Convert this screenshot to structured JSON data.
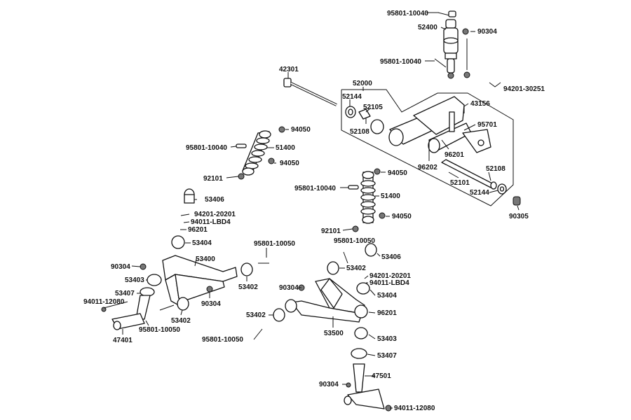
{
  "labels": [
    {
      "id": "p1",
      "text": "95801-10040"
    },
    {
      "id": "p2",
      "text": "52400"
    },
    {
      "id": "p3",
      "text": "90304"
    },
    {
      "id": "p4",
      "text": "95801-10040"
    },
    {
      "id": "p5",
      "text": "94201-30251"
    },
    {
      "id": "p6",
      "text": "42301"
    },
    {
      "id": "p7",
      "text": "52000"
    },
    {
      "id": "p8",
      "text": "52144"
    },
    {
      "id": "p9",
      "text": "52105"
    },
    {
      "id": "p10",
      "text": "52108"
    },
    {
      "id": "p11",
      "text": "43156"
    },
    {
      "id": "p12",
      "text": "95701"
    },
    {
      "id": "p13",
      "text": "96201"
    },
    {
      "id": "p14",
      "text": "96202"
    },
    {
      "id": "p15",
      "text": "52108"
    },
    {
      "id": "p16",
      "text": "52101"
    },
    {
      "id": "p17",
      "text": "52144"
    },
    {
      "id": "p18",
      "text": "90305"
    },
    {
      "id": "p19",
      "text": "94050"
    },
    {
      "id": "p20",
      "text": "95801-10040"
    },
    {
      "id": "p21",
      "text": "51400"
    },
    {
      "id": "p22",
      "text": "94050"
    },
    {
      "id": "p23",
      "text": "92101"
    },
    {
      "id": "p24",
      "text": "94050"
    },
    {
      "id": "p25",
      "text": "95801-10040"
    },
    {
      "id": "p26",
      "text": "51400"
    },
    {
      "id": "p27",
      "text": "94050"
    },
    {
      "id": "p28",
      "text": "92101"
    },
    {
      "id": "p29",
      "text": "53406"
    },
    {
      "id": "p30",
      "text": "94201-20201"
    },
    {
      "id": "p31",
      "text": "94011-LBD4"
    },
    {
      "id": "p32",
      "text": "96201"
    },
    {
      "id": "p33",
      "text": "53404"
    },
    {
      "id": "p34",
      "text": "95801-10050"
    },
    {
      "id": "p35",
      "text": "95801-10050"
    },
    {
      "id": "p36",
      "text": "53406"
    },
    {
      "id": "p37",
      "text": "53400"
    },
    {
      "id": "p38",
      "text": "90304"
    },
    {
      "id": "p39",
      "text": "53403"
    },
    {
      "id": "p40",
      "text": "53402"
    },
    {
      "id": "p41",
      "text": "53402"
    },
    {
      "id": "p42",
      "text": "94201-20201"
    },
    {
      "id": "p43",
      "text": "94011-LBD4"
    },
    {
      "id": "p44",
      "text": "53407"
    },
    {
      "id": "p45",
      "text": "90304"
    },
    {
      "id": "p46",
      "text": "90304"
    },
    {
      "id": "p47",
      "text": "53404"
    },
    {
      "id": "p48",
      "text": "94011-12080"
    },
    {
      "id": "p49",
      "text": "53402"
    },
    {
      "id": "p50",
      "text": "96201"
    },
    {
      "id": "p51",
      "text": "95801-10050"
    },
    {
      "id": "p52",
      "text": "53402"
    },
    {
      "id": "p53",
      "text": "53500"
    },
    {
      "id": "p54",
      "text": "47401"
    },
    {
      "id": "p55",
      "text": "95801-10050"
    },
    {
      "id": "p56",
      "text": "53403"
    },
    {
      "id": "p57",
      "text": "53407"
    },
    {
      "id": "p58",
      "text": "90304"
    },
    {
      "id": "p59",
      "text": "47501"
    },
    {
      "id": "p60",
      "text": "94011-12080"
    }
  ]
}
